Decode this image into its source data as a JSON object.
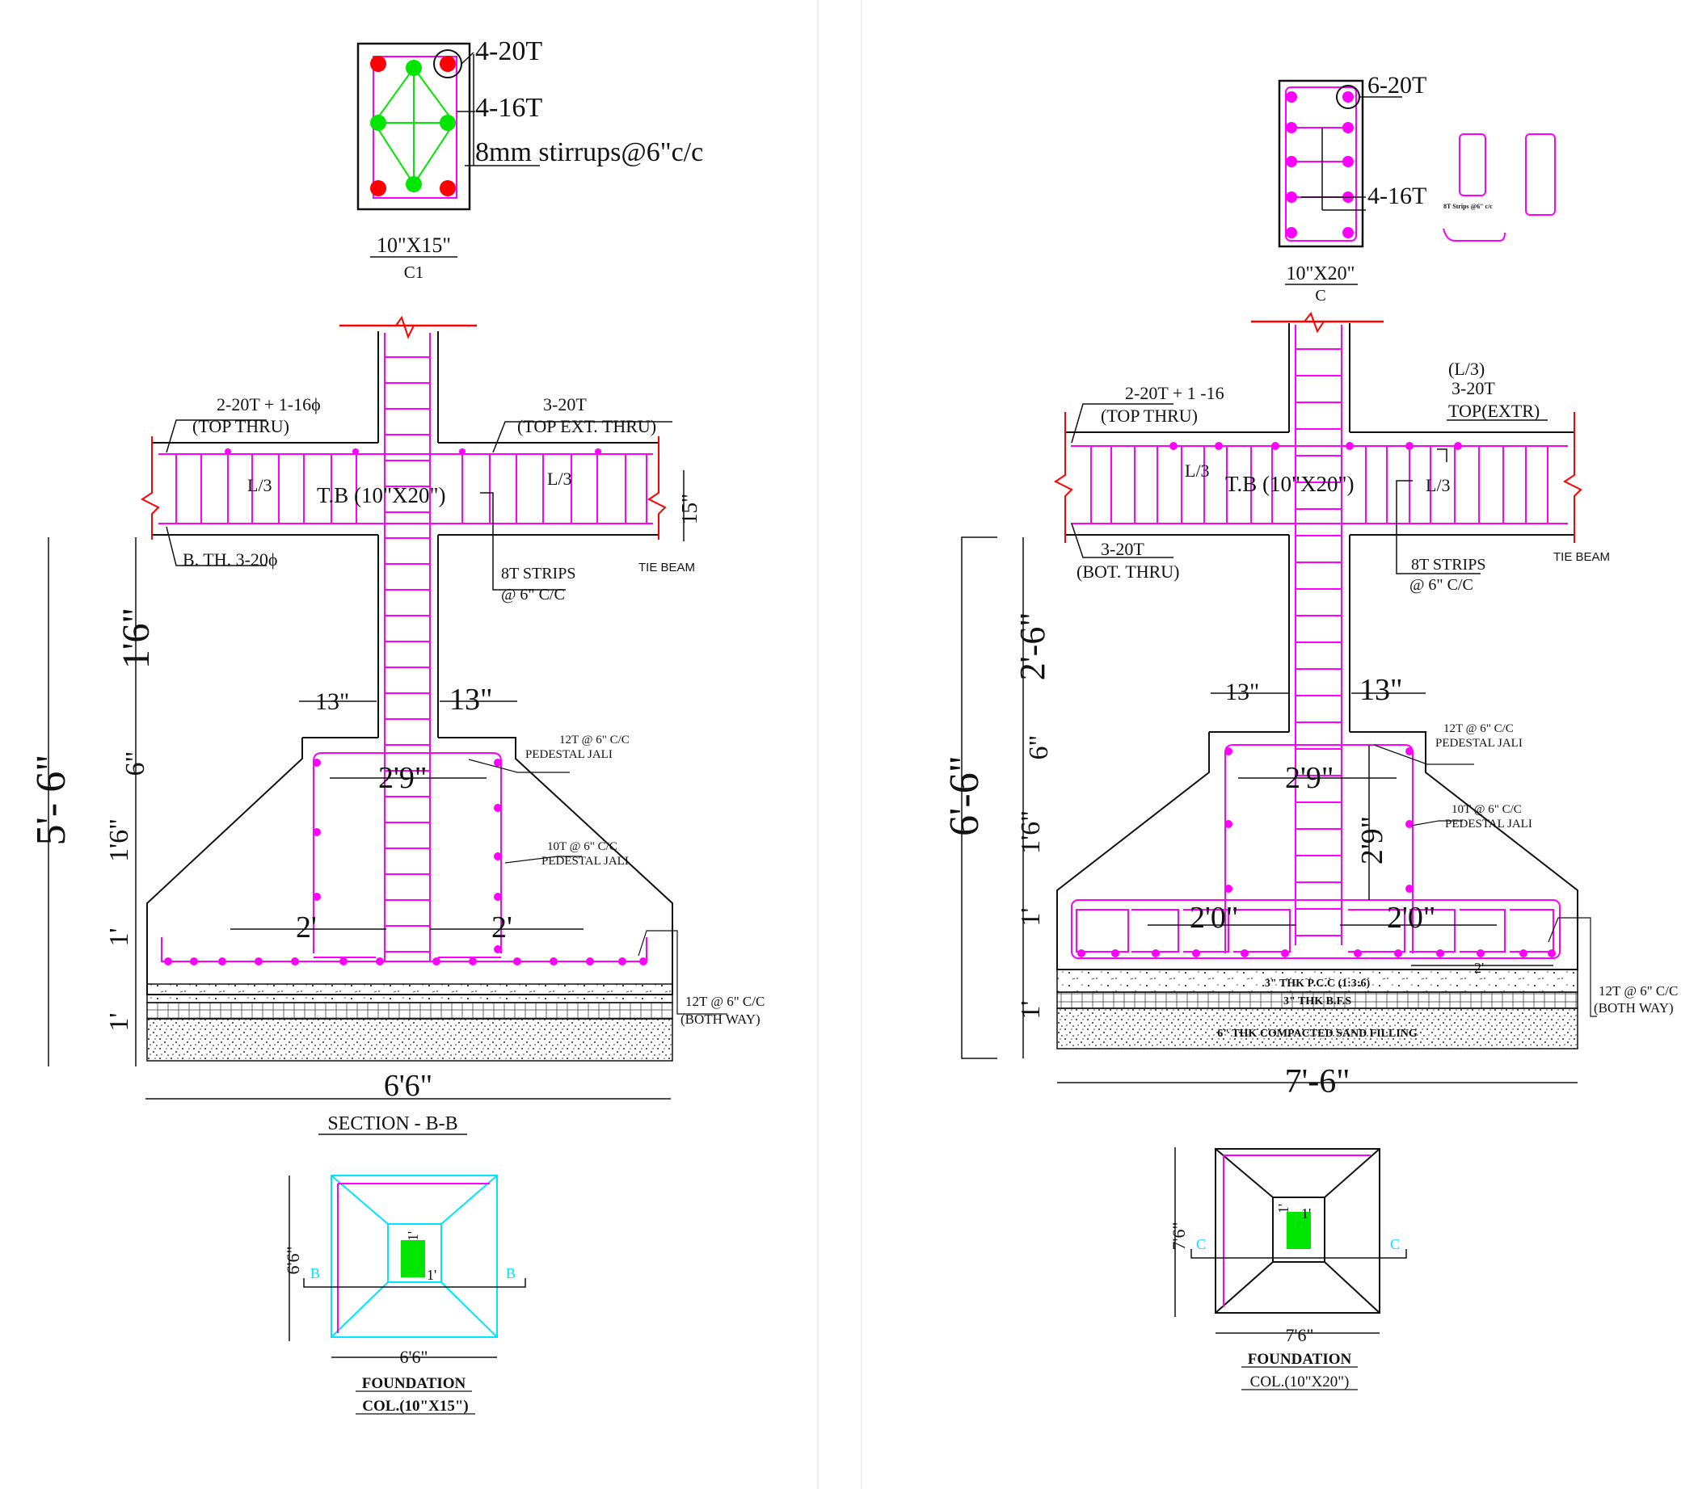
{
  "colors": {
    "line": "#111111",
    "rebar": "#ff00ff",
    "red_bar": "#ff0000",
    "green_bar": "#00e600",
    "cyan": "#00e5ff"
  },
  "left": {
    "column_section": {
      "bars_main": "4-20T",
      "bars_mid": "4-16T",
      "stirrups": "8mm stirrups@6\"c/c",
      "size": "10\"X15\"",
      "mark": "C1"
    },
    "beam": {
      "top_label_1": "2-20T + 1-16ϕ",
      "top_label_2": "(TOP THRU)",
      "top_ext_1": "3-20T",
      "top_ext_2": "(TOP EXT. THRU)",
      "span_l": "L/3",
      "span_r": "L/3",
      "name": "T.B (10\"X20\")",
      "depth": "15\"",
      "bottom": "B. TH.  3-20ϕ",
      "strips_1": "8T STRIPS",
      "strips_2": "@ 6\" C/C",
      "tie": "TIE BEAM"
    },
    "dims": {
      "total": "5'- 6\"",
      "d_1_6_top": "1'6\"",
      "d_6": "6\"",
      "d_1_6": "1'6\"",
      "d_1a": "1'",
      "d_1b": "1'",
      "w13_l": "13\"",
      "w13_r": "13\"",
      "ped": "2'9\"",
      "ext_l": "2'",
      "ext_r": "2'",
      "base": "6'6\""
    },
    "notes": {
      "p1": "12T @ 6\" C/C",
      "p2": "PEDESTAL JALI",
      "q1": "10T @ 6\" C/C",
      "q2": "PEDESTAL JALI",
      "b1": "12T @ 6\" C/C",
      "b2": "(BOTH WAY)"
    },
    "section_title": "SECTION - B-B",
    "plan": {
      "h": "6'6\"",
      "w": "6'6\"",
      "d1": "1'",
      "d2": "1'",
      "mk_l": "B",
      "mk_r": "B",
      "t1": "FOUNDATION",
      "t2": "COL.(10\"X15\")"
    }
  },
  "right": {
    "column_section": {
      "bars_main": "6-20T",
      "bars_mid": "4-16T",
      "strips": "8T Strips @6\" c/c",
      "size": "10\"X20\"",
      "mark": "C"
    },
    "beam": {
      "l3": "(L/3)",
      "top_ext_1": "3-20T",
      "top_ext_2": "TOP(EXTR)",
      "top_label_1": "2-20T + 1 -16",
      "top_label_2": "(TOP THRU)",
      "span_l": "L/3",
      "span_r": "L/3",
      "name": "T.B (10\"X20\")",
      "bottom_1": "3-20T",
      "bottom_2": "(BOT. THRU)",
      "strips_1": "8T STRIPS",
      "strips_2": "@ 6\" C/C",
      "tie": "TIE BEAM"
    },
    "dims": {
      "total": "6'-6\"",
      "d_2_6": "2'-6\"",
      "d_6": "6\"",
      "d_1_6": "1'6\"",
      "d_1a": "1'",
      "d_1b": "1'",
      "w13_l": "13\"",
      "w13_r": "13\"",
      "ped": "2'9\"",
      "ped_h": "2'9\"",
      "ext_l": "2'0\"",
      "ext_r": "2'0\"",
      "small": "2'",
      "base": "7'-6\""
    },
    "notes": {
      "p1": "12T @ 6\" C/C",
      "p2": "PEDESTAL JALI",
      "q1": "10T @ 6\" C/C",
      "q2": "PEDESTAL JALI",
      "b1": "12T @ 6\" C/C",
      "b2": "(BOTH WAY)",
      "pcc": "3\" THK P.C.C (1:3:6)",
      "bfs": "3\" THK B.F.S",
      "sand": "6\" THK COMPACTED SAND FILLING"
    },
    "plan": {
      "h": "7'6\"",
      "w": "7'6\"",
      "d1": "1'",
      "d2": "1'",
      "mk_l": "C",
      "mk_r": "C",
      "t1": "FOUNDATION",
      "t2": "COL.(10\"X20\")"
    }
  }
}
